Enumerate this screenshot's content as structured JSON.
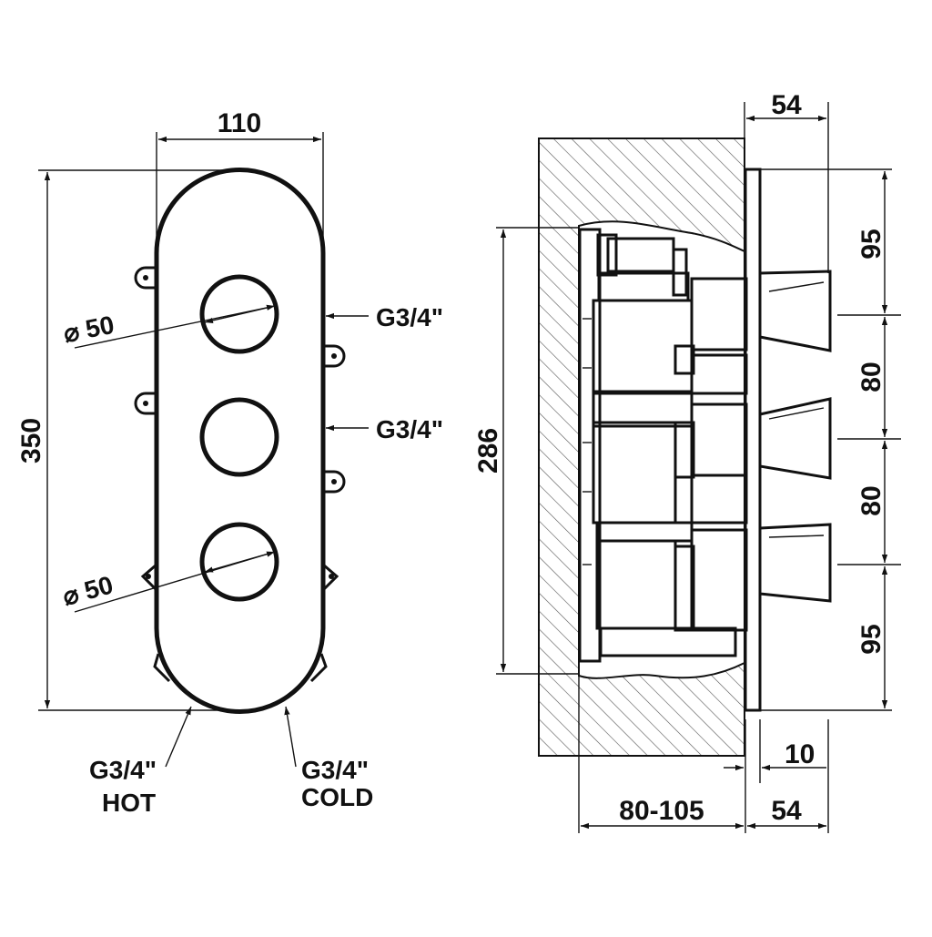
{
  "front_view": {
    "width_label": "110",
    "height_label": "350",
    "knob_top_label": "⌀ 50",
    "knob_bottom_label": "⌀ 50",
    "outlet_1_label": "G3/4\"",
    "outlet_2_label": "G3/4\"",
    "inlet_hot_label": "G3/4\"",
    "inlet_hot_caption": "HOT",
    "inlet_cold_label": "G3/4\"",
    "inlet_cold_caption": "COLD"
  },
  "side_view": {
    "top_depth_label": "54",
    "body_height_label": "286",
    "spacing_labels": [
      "95",
      "80",
      "80",
      "95"
    ],
    "plate_thickness_label": "10",
    "wall_depth_label": "80-105",
    "bottom_depth_label": "54"
  }
}
